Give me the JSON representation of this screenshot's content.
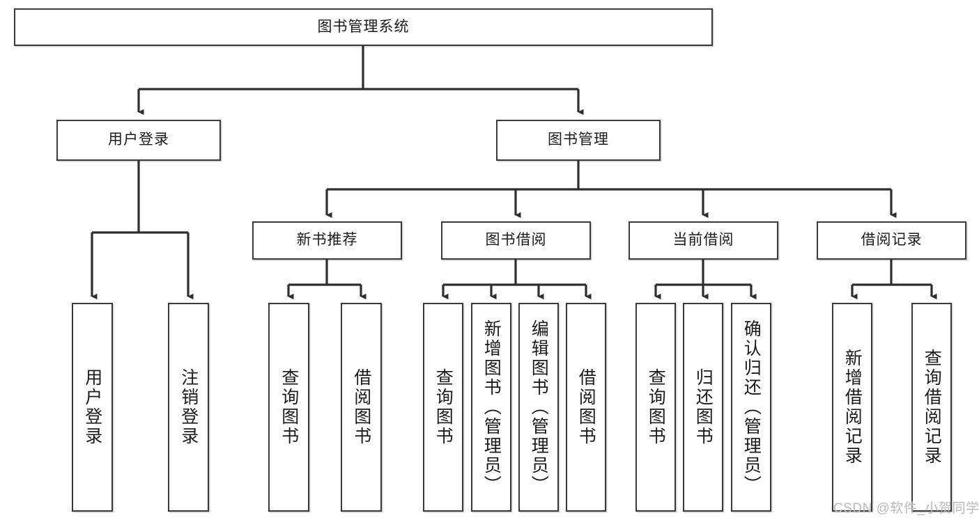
{
  "diagram": {
    "type": "tree",
    "title": "图书管理系统",
    "root": {
      "id": "root",
      "label": "图书管理系统"
    },
    "level1": [
      {
        "id": "user-login",
        "label": "用户登录"
      },
      {
        "id": "book-manage",
        "label": "图书管理"
      }
    ],
    "level2": [
      {
        "id": "new-book-rec",
        "label": "新书推荐",
        "parent": "book-manage"
      },
      {
        "id": "book-borrow",
        "label": "图书借阅",
        "parent": "book-manage"
      },
      {
        "id": "current-borrow",
        "label": "当前借阅",
        "parent": "book-manage"
      },
      {
        "id": "borrow-record",
        "label": "借阅记录",
        "parent": "book-manage"
      }
    ],
    "leaves": [
      {
        "id": "leaf-user-login",
        "label": "用户登录",
        "parent": "user-login"
      },
      {
        "id": "leaf-user-logout",
        "label": "注销登录",
        "parent": "user-login"
      },
      {
        "id": "leaf-rec-query",
        "label": "查询图书",
        "parent": "new-book-rec"
      },
      {
        "id": "leaf-rec-borrow",
        "label": "借阅图书",
        "parent": "new-book-rec"
      },
      {
        "id": "leaf-borrow-query",
        "label": "查询图书",
        "parent": "book-borrow"
      },
      {
        "id": "leaf-borrow-add",
        "label": "新增图书（管理员）",
        "parent": "book-borrow"
      },
      {
        "id": "leaf-borrow-edit",
        "label": "编辑图书（管理员）",
        "parent": "book-borrow"
      },
      {
        "id": "leaf-borrow-do",
        "label": "借阅图书",
        "parent": "book-borrow"
      },
      {
        "id": "leaf-cur-query",
        "label": "查询图书",
        "parent": "current-borrow"
      },
      {
        "id": "leaf-cur-return",
        "label": "归还图书",
        "parent": "current-borrow"
      },
      {
        "id": "leaf-cur-confirm",
        "label": "确认归还（管理员）",
        "parent": "current-borrow"
      },
      {
        "id": "leaf-rec-add",
        "label": "新增借阅记录",
        "parent": "borrow-record"
      },
      {
        "id": "leaf-rec-search",
        "label": "查询借阅记录",
        "parent": "borrow-record"
      }
    ],
    "colors": {
      "stroke": "#3a3a3a",
      "background": "#ffffff",
      "text": "#1b1b1b",
      "watermark": "#b9b9b9"
    }
  },
  "watermark": {
    "text": "CSDN @软件_小贺同学"
  }
}
